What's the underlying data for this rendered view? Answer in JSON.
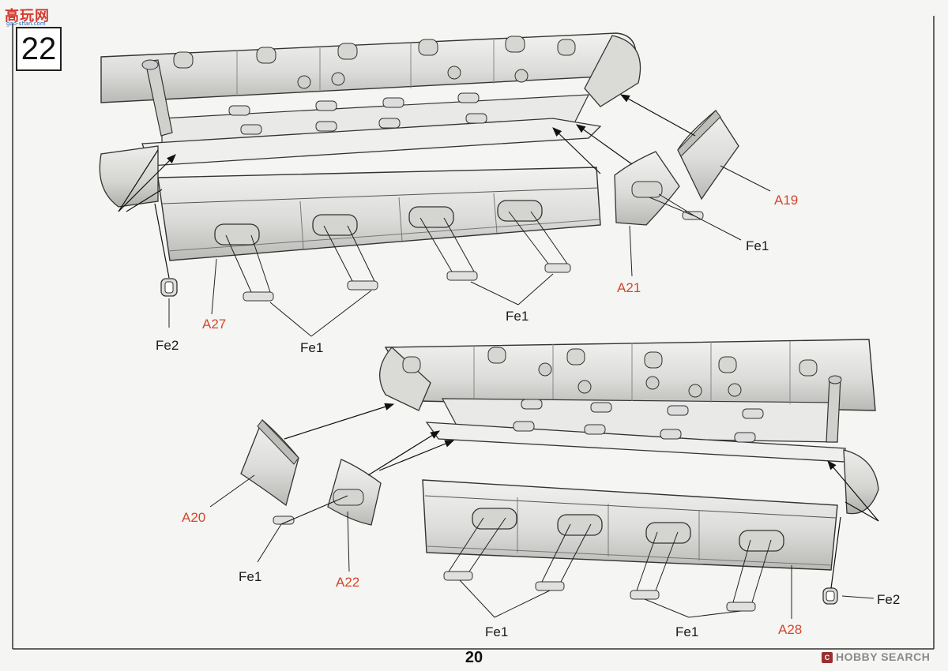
{
  "header": {
    "logo_main": "高玩网",
    "logo_sub": "gao-shan.com",
    "step_number": "22"
  },
  "footer": {
    "page_number": "20",
    "watermark_icon": "C",
    "watermark_text": "HOBBY SEARCH"
  },
  "labels": {
    "a19": "A19",
    "fe1_a": "Fe1",
    "a21": "A21",
    "fe1_b": "Fe1",
    "a27": "A27",
    "fe2_top": "Fe2",
    "fe1_c": "Fe1",
    "a20": "A20",
    "fe1_d": "Fe1",
    "a22": "A22",
    "fe1_e": "Fe1",
    "fe1_f": "Fe1",
    "a28": "A28",
    "fe2_bottom": "Fe2"
  },
  "colors": {
    "part_number": "#d2472b",
    "part_name": "#1a1a1a",
    "line": "#222222",
    "boat_fill": "#e4e4e2",
    "boat_shade": "#c9c9c6"
  }
}
